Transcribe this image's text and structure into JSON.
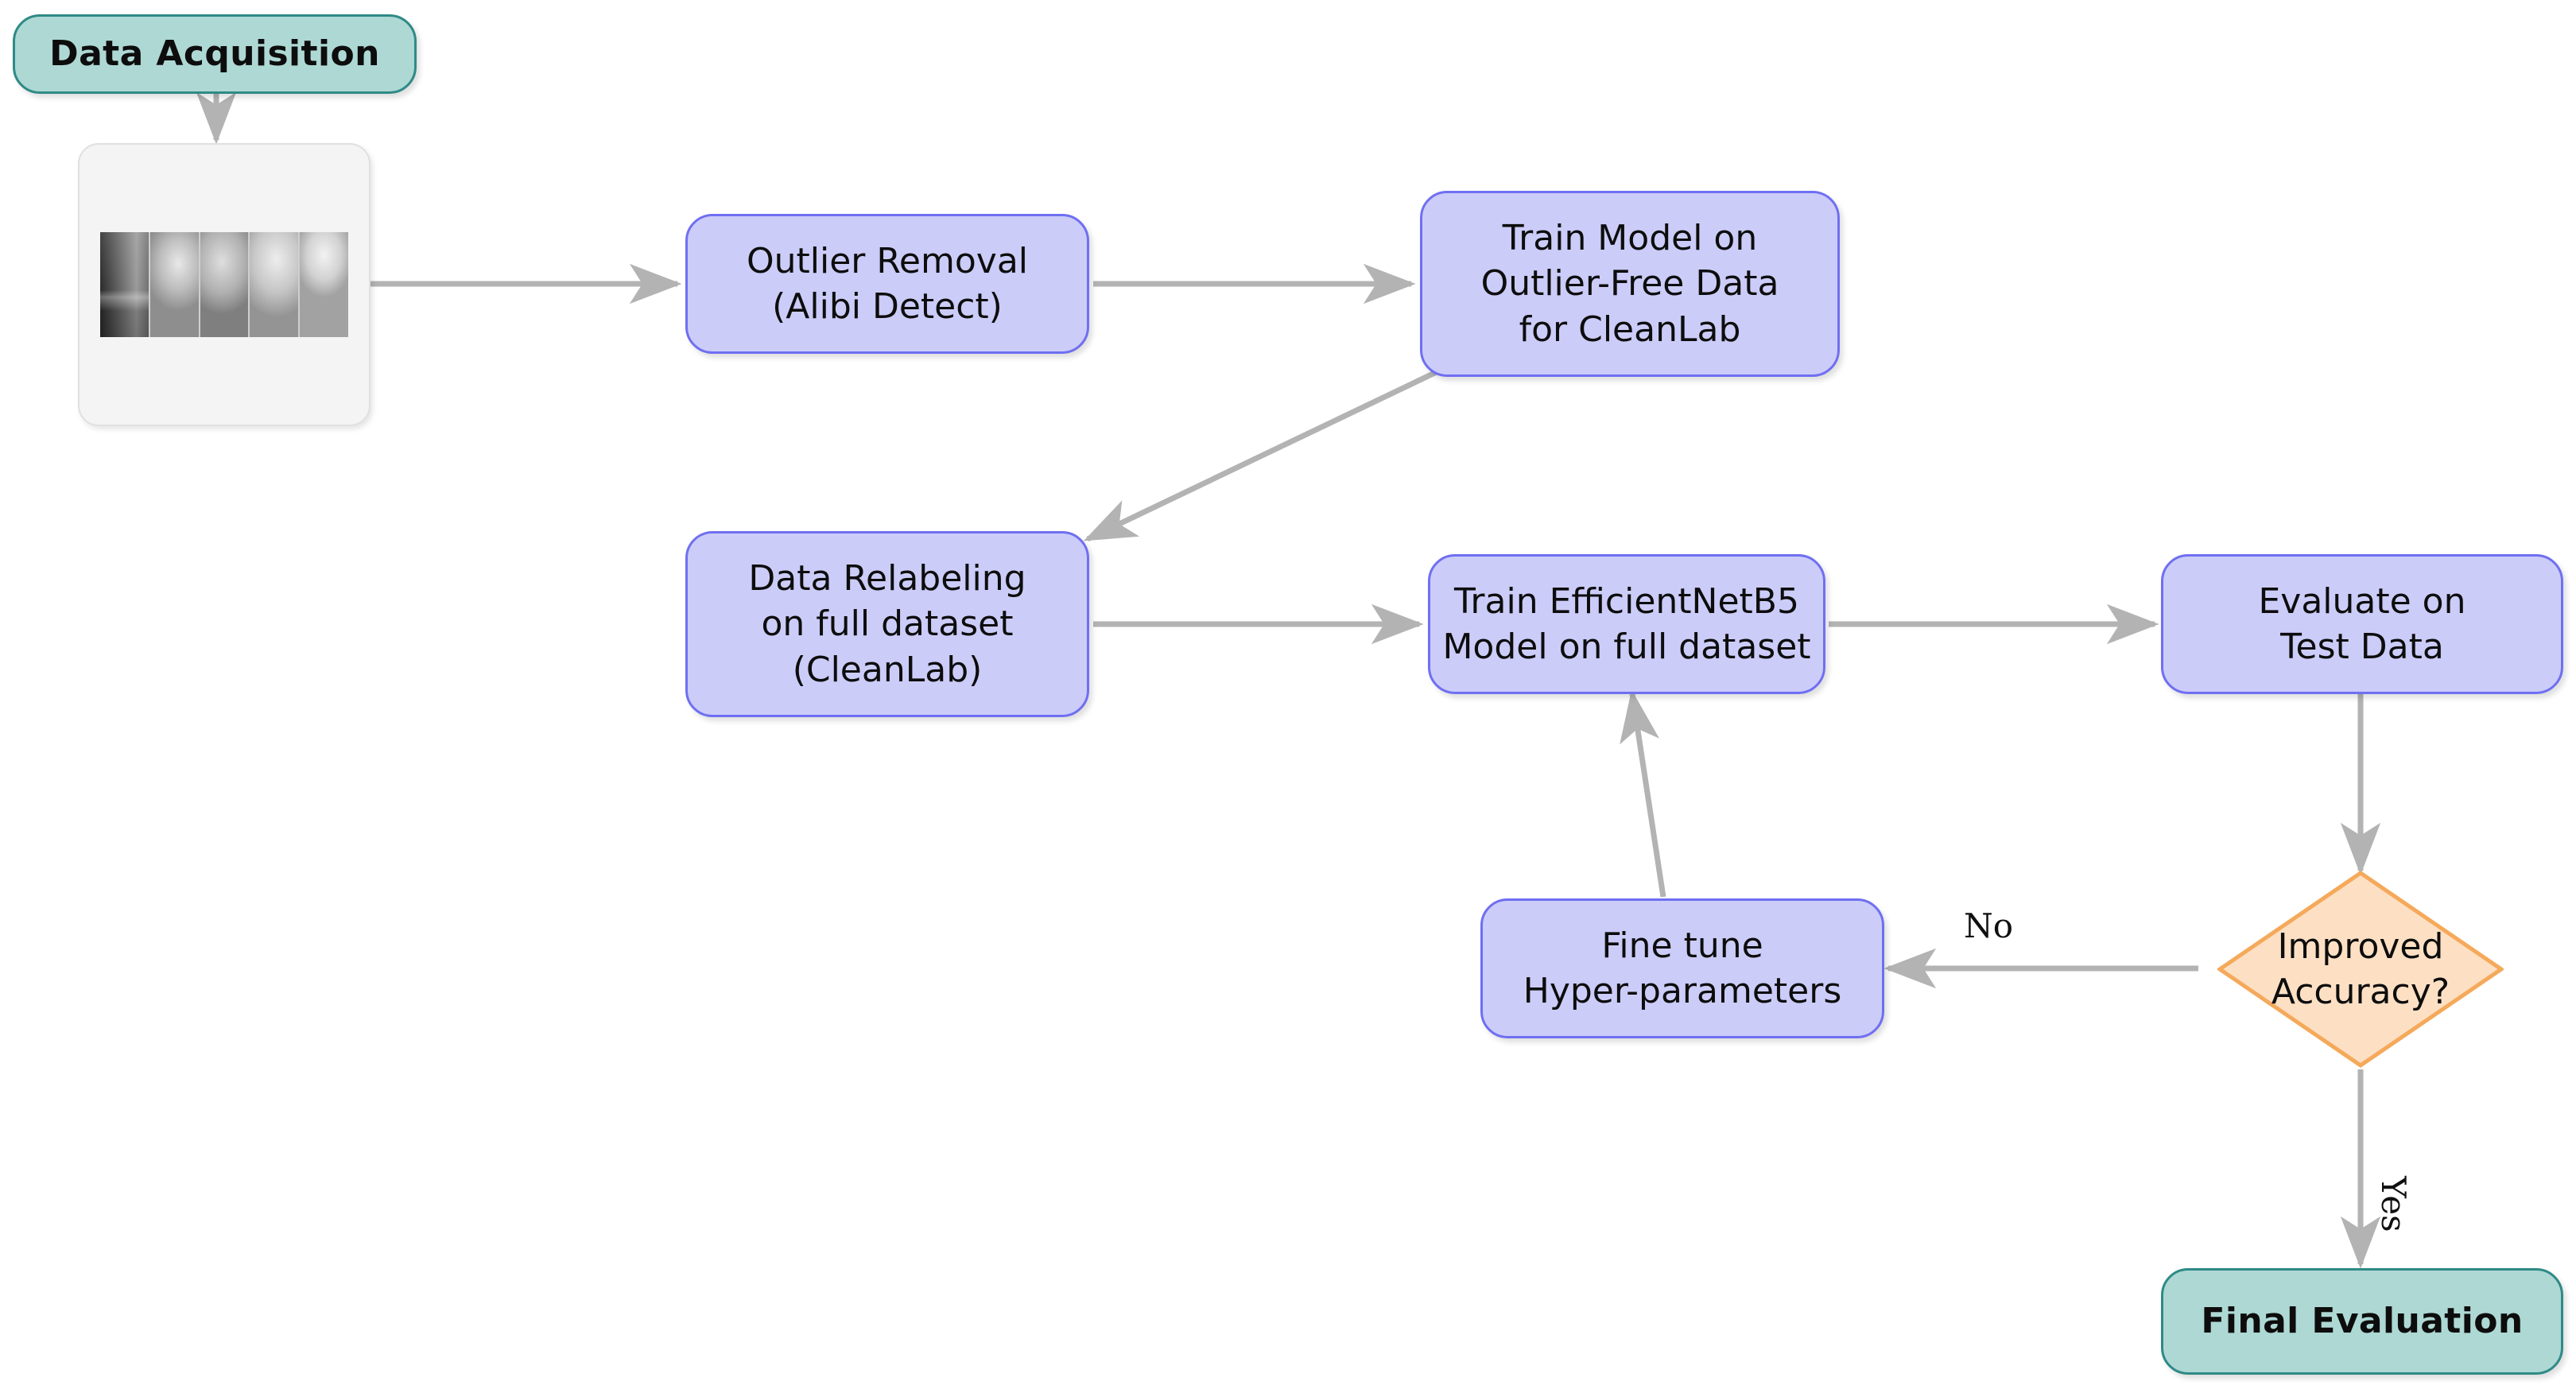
{
  "diagram": {
    "title": "Machine learning pipeline flowchart",
    "colors": {
      "terminal_fill": "#aed8d4",
      "terminal_border": "#2f8a86",
      "process_fill": "#ccccf9",
      "process_border": "#6f6ff2",
      "decision_fill": "#fde0c4",
      "decision_border": "#f5a95a",
      "edge": "#b3b3b3",
      "card_fill": "#f4f4f4",
      "card_border": "#e0e0e0",
      "background": "#ffffff"
    },
    "nodes": {
      "data_acquisition": {
        "label": "Data Acquisition",
        "shape": "terminal"
      },
      "dataset_images": {
        "label": "knee-xray-thumbnail-strip",
        "shape": "image-card"
      },
      "outlier_removal": {
        "label": "Outlier Removal\n(Alibi Detect)",
        "shape": "process"
      },
      "train_model_cleanlab": {
        "label": "Train Model on\nOutlier-Free Data\nfor CleanLab",
        "shape": "process"
      },
      "data_relabeling": {
        "label": "Data Relabeling\non full dataset\n(CleanLab)",
        "shape": "process"
      },
      "train_efficientnet": {
        "label": "Train EfficientNetB5\nModel on full dataset",
        "shape": "process"
      },
      "evaluate_test": {
        "label": "Evaluate on\nTest Data",
        "shape": "process"
      },
      "improved_accuracy": {
        "label": "Improved\nAccuracy?",
        "shape": "decision"
      },
      "fine_tune": {
        "label": "Fine tune\nHyper-parameters",
        "shape": "process"
      },
      "final_evaluation": {
        "label": "Final Evaluation",
        "shape": "terminal"
      }
    },
    "edge_labels": {
      "no": "No",
      "yes": "Yes"
    },
    "edges": [
      {
        "from": "data_acquisition",
        "to": "dataset_images",
        "label": ""
      },
      {
        "from": "dataset_images",
        "to": "outlier_removal",
        "label": ""
      },
      {
        "from": "outlier_removal",
        "to": "train_model_cleanlab",
        "label": ""
      },
      {
        "from": "train_model_cleanlab",
        "to": "data_relabeling",
        "label": ""
      },
      {
        "from": "data_relabeling",
        "to": "train_efficientnet",
        "label": ""
      },
      {
        "from": "train_efficientnet",
        "to": "evaluate_test",
        "label": ""
      },
      {
        "from": "evaluate_test",
        "to": "improved_accuracy",
        "label": ""
      },
      {
        "from": "improved_accuracy",
        "to": "fine_tune",
        "label": "No"
      },
      {
        "from": "fine_tune",
        "to": "train_efficientnet",
        "label": ""
      },
      {
        "from": "improved_accuracy",
        "to": "final_evaluation",
        "label": "Yes"
      }
    ]
  }
}
